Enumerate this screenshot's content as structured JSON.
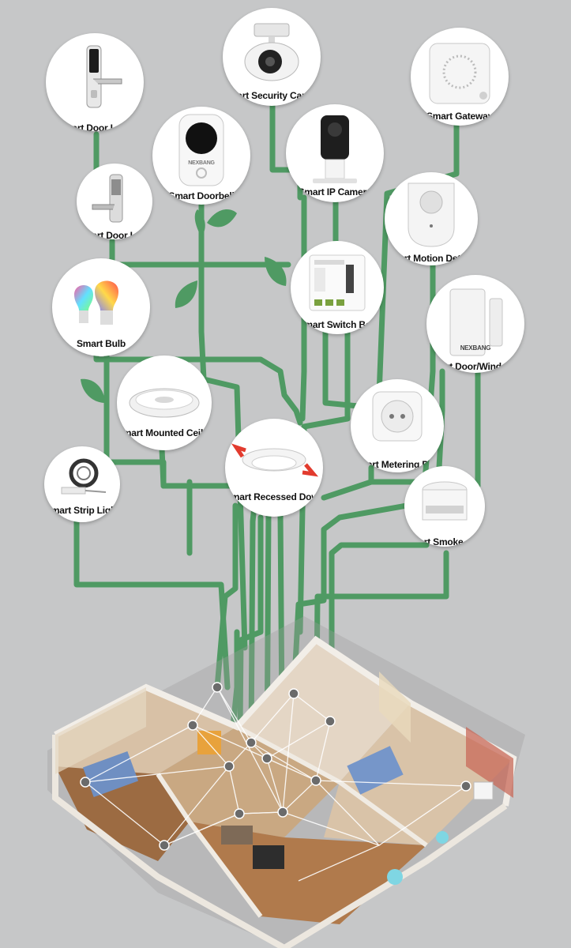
{
  "diagram": {
    "devices": [
      {
        "id": "door-lock-1",
        "label": "Smart Door Lock"
      },
      {
        "id": "security-camera",
        "label": "Smart Security Camera"
      },
      {
        "id": "gateway",
        "label": "Smart Gateway"
      },
      {
        "id": "doorbell",
        "label": "Smart Doorbell",
        "brand": "NEXBANG"
      },
      {
        "id": "ip-camera",
        "label": "Smart IP Camera"
      },
      {
        "id": "door-lock-2",
        "label": "Smart Door Lock"
      },
      {
        "id": "motion-detector",
        "label": "Smart Motion Detector"
      },
      {
        "id": "bulb",
        "label": "Smart Bulb"
      },
      {
        "id": "switch-box",
        "label": "Smart Switch Box"
      },
      {
        "id": "door-window-sensor",
        "label": "Smart Door/Window Sensor",
        "brand": "NEXBANG"
      },
      {
        "id": "ceiling-light",
        "label": "Smart Mounted Ceiling Light"
      },
      {
        "id": "metering-plug",
        "label": "Smart Metering Plug"
      },
      {
        "id": "recessed-downlight",
        "label": "Smart Recessed Downlight"
      },
      {
        "id": "strip-light",
        "label": "Smart Strip Light"
      },
      {
        "id": "smoke-alarm",
        "label": "Smart Smoke alarm"
      }
    ],
    "colors": {
      "background": "#c6c7c8",
      "wire": "#4f9a63",
      "leaf": "#4f9a63",
      "node_dot": "#6b6b6b"
    }
  }
}
